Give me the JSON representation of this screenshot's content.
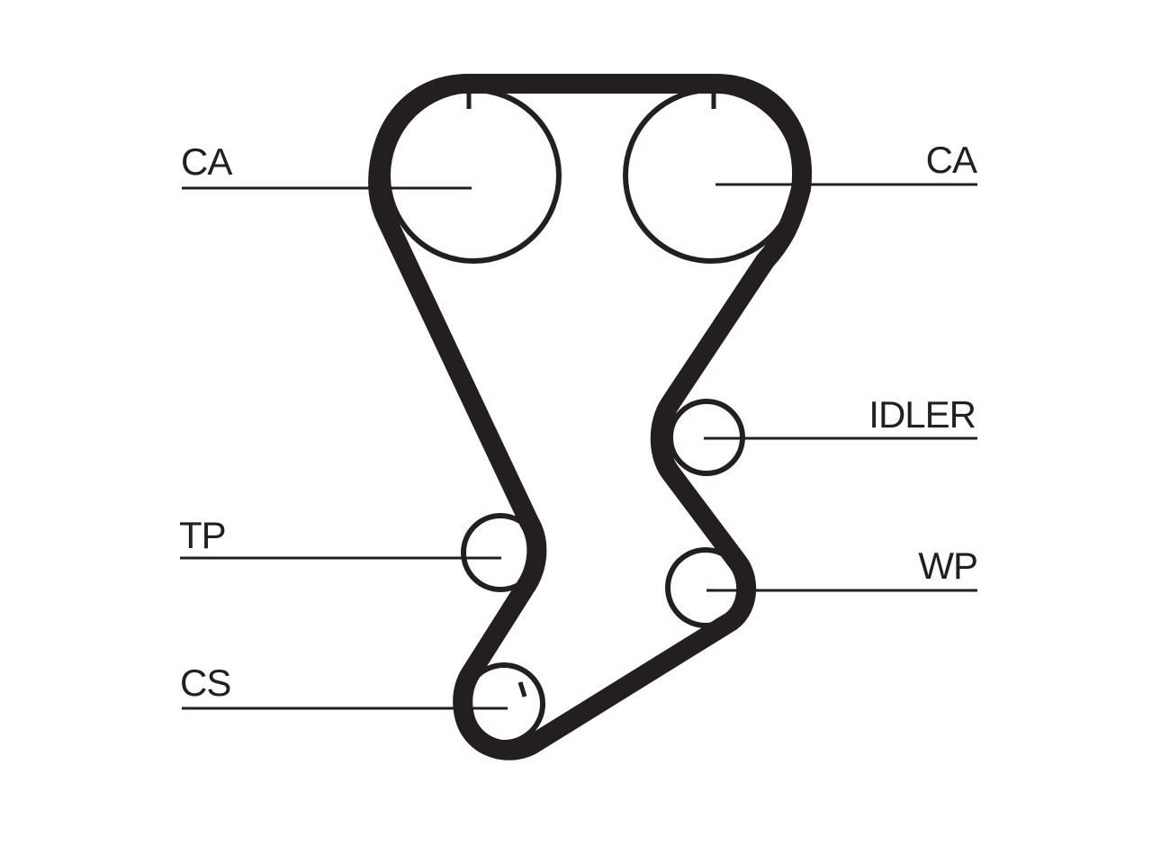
{
  "diagram": {
    "labels": {
      "ca_left": "CA",
      "ca_right": "CA",
      "idler": "IDLER",
      "tp": "TP",
      "wp": "WP",
      "cs": "CS"
    },
    "colors": {
      "ink": "#231f20",
      "background": "#ffffff"
    }
  }
}
